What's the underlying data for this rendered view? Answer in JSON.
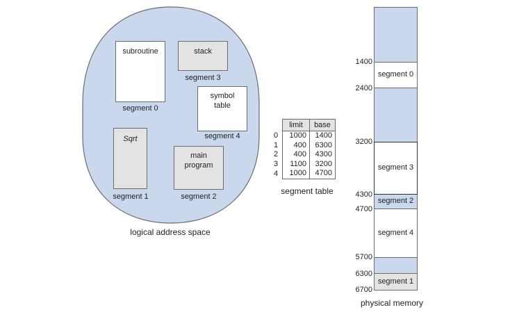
{
  "colors": {
    "blue_fill": "#c9d8ed",
    "grey_fill": "#e3e3e4",
    "white_fill": "#ffffff",
    "border": "#6b6b6b"
  },
  "logical_space": {
    "caption": "logical address space",
    "segments": [
      {
        "id": "segment-0",
        "content": "subroutine",
        "label": "segment 0",
        "fill": "white"
      },
      {
        "id": "segment-3",
        "content": "stack",
        "label": "segment 3",
        "fill": "grey"
      },
      {
        "id": "segment-4",
        "content_line1": "symbol",
        "content_line2": "table",
        "label": "segment 4",
        "fill": "white"
      },
      {
        "id": "segment-1",
        "content": "Sqrt",
        "label": "segment 1",
        "fill": "grey"
      },
      {
        "id": "segment-2",
        "content_line1": "main",
        "content_line2": "program",
        "label": "segment 2",
        "fill": "grey"
      }
    ]
  },
  "segment_table": {
    "caption": "segment table",
    "headers": [
      "limit",
      "base"
    ],
    "rows": [
      {
        "index": "0",
        "limit": "1000",
        "base": "1400"
      },
      {
        "index": "1",
        "limit": "400",
        "base": "6300"
      },
      {
        "index": "2",
        "limit": "400",
        "base": "4300"
      },
      {
        "index": "3",
        "limit": "1100",
        "base": "3200"
      },
      {
        "index": "4",
        "limit": "1000",
        "base": "4700"
      }
    ]
  },
  "physical_memory": {
    "caption": "physical memory",
    "addresses": [
      "1400",
      "2400",
      "3200",
      "4300",
      "4700",
      "5700",
      "6300",
      "6700"
    ],
    "blocks": [
      {
        "label": "",
        "fill": "blue"
      },
      {
        "label": "segment 0",
        "fill": "white",
        "start": "1400",
        "end": "2400"
      },
      {
        "label": "",
        "fill": "blue"
      },
      {
        "label": "segment 3",
        "fill": "white",
        "start": "3200",
        "end": "4300"
      },
      {
        "label": "segment 2",
        "fill": "blue",
        "start": "4300",
        "end": "4700"
      },
      {
        "label": "segment 4",
        "fill": "white",
        "start": "4700",
        "end": "5700"
      },
      {
        "label": "",
        "fill": "blue"
      },
      {
        "label": "segment 1",
        "fill": "grey",
        "start": "6300",
        "end": "6700"
      }
    ]
  }
}
